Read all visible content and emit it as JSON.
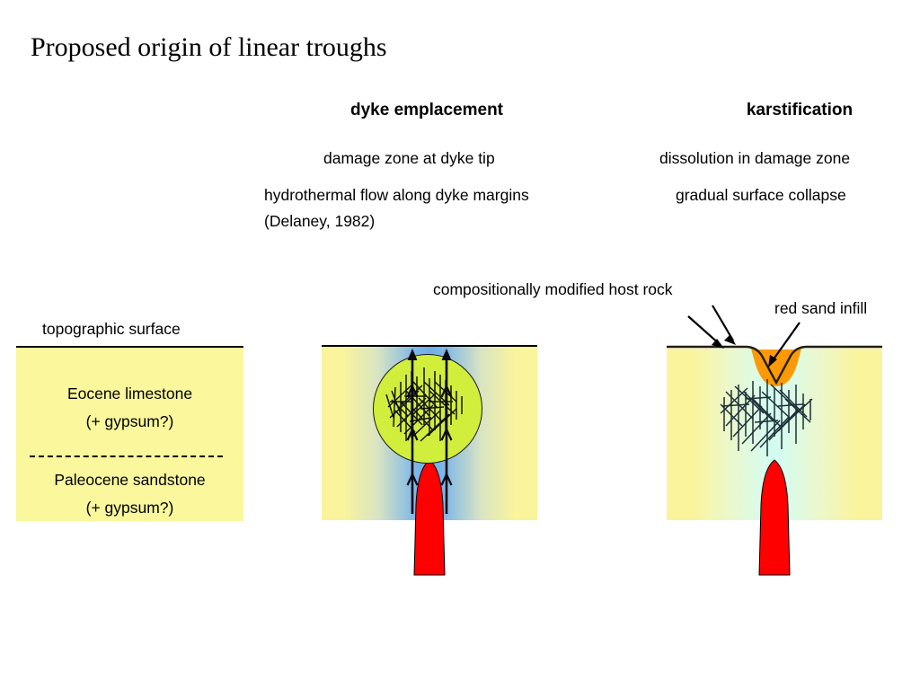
{
  "slide": {
    "title": "Proposed origin of linear troughs",
    "background_color": "#ffffff"
  },
  "columns": {
    "dyke": {
      "heading": "dyke emplacement",
      "lines": [
        "damage zone at dyke tip",
        "hydrothermal flow along dyke margins",
        "(Delaney, 1982)"
      ]
    },
    "karst": {
      "heading": "karstification",
      "lines": [
        "dissolution in damage zone",
        "gradual surface collapse"
      ]
    }
  },
  "annotations": {
    "host_rock": "compositionally modified host rock",
    "red_sand": "red sand infill",
    "topographic_surface": "topographic surface"
  },
  "strata_panel": {
    "unit_upper": "Eocene limestone",
    "unit_upper_qualifier": "(+ gypsum?)",
    "unit_lower": "Paleocene sandstone",
    "unit_lower_qualifier": "(+ gypsum?)"
  },
  "colors": {
    "limestone_yellow": "#FAF79C",
    "damage_zone_green": "#D2EE3C",
    "hydrothermal_blue": "#6FAFE6",
    "dissolution_cyan": "#D2FBEE",
    "dyke_red": "#FF0000",
    "sand_orange": "#FB9A06",
    "line_black": "#000000"
  },
  "diagram_elements": {
    "dyke_panel": {
      "damage_zone_shape": "circle",
      "dyke_shape": "tapered-intrusion",
      "flow_arrows": 2,
      "fracture_segments": "dense-network"
    },
    "karst_panel": {
      "trough_shape": "collapse-depression",
      "infill": "red-sand",
      "dyke_shape": "tapered-intrusion",
      "fracture_segments": "dense-network"
    }
  }
}
